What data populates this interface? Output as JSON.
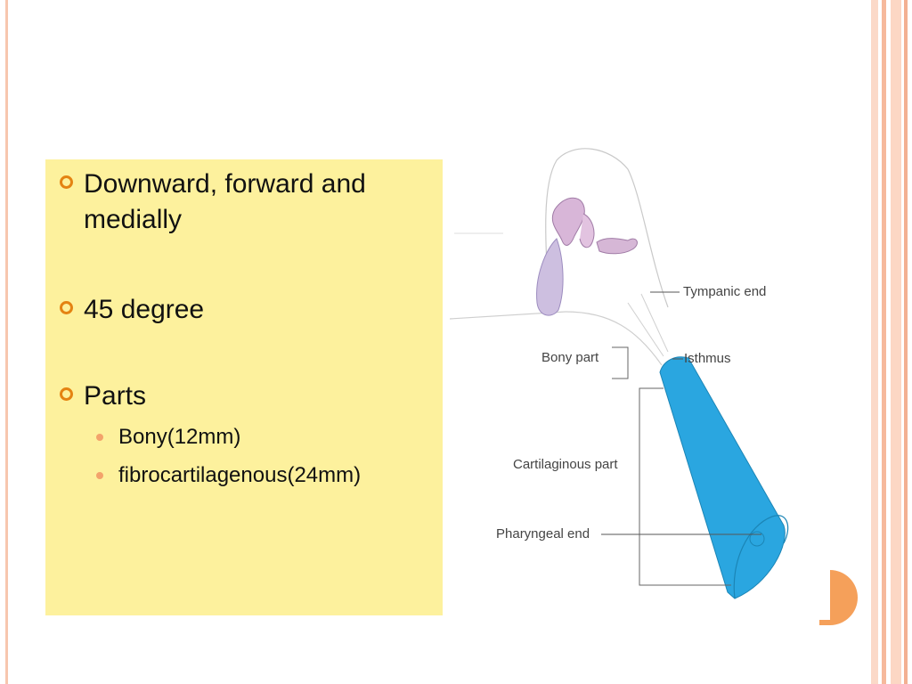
{
  "bullets": [
    {
      "text": "Downward, forward and medially"
    },
    {
      "text": "45 degree"
    },
    {
      "text": "Parts"
    }
  ],
  "sub_bullets": [
    {
      "text": "Bony(12mm)"
    },
    {
      "text": "fibrocartilagenous(24mm)"
    }
  ],
  "diagram": {
    "labels": {
      "tympanic_end": "Tympanic end",
      "bony_part": "Bony part",
      "isthmus": "Isthmus",
      "cartilaginous_part": "Cartilaginous part",
      "pharyngeal_end": "Pharyngeal end"
    },
    "tube_color": "#2aa6e0"
  },
  "theme": {
    "panel_color": "#fdf19d",
    "bullet_color": "#e48312",
    "accent_color": "#f5a05a",
    "stripe_color": "#f8c8b0"
  }
}
